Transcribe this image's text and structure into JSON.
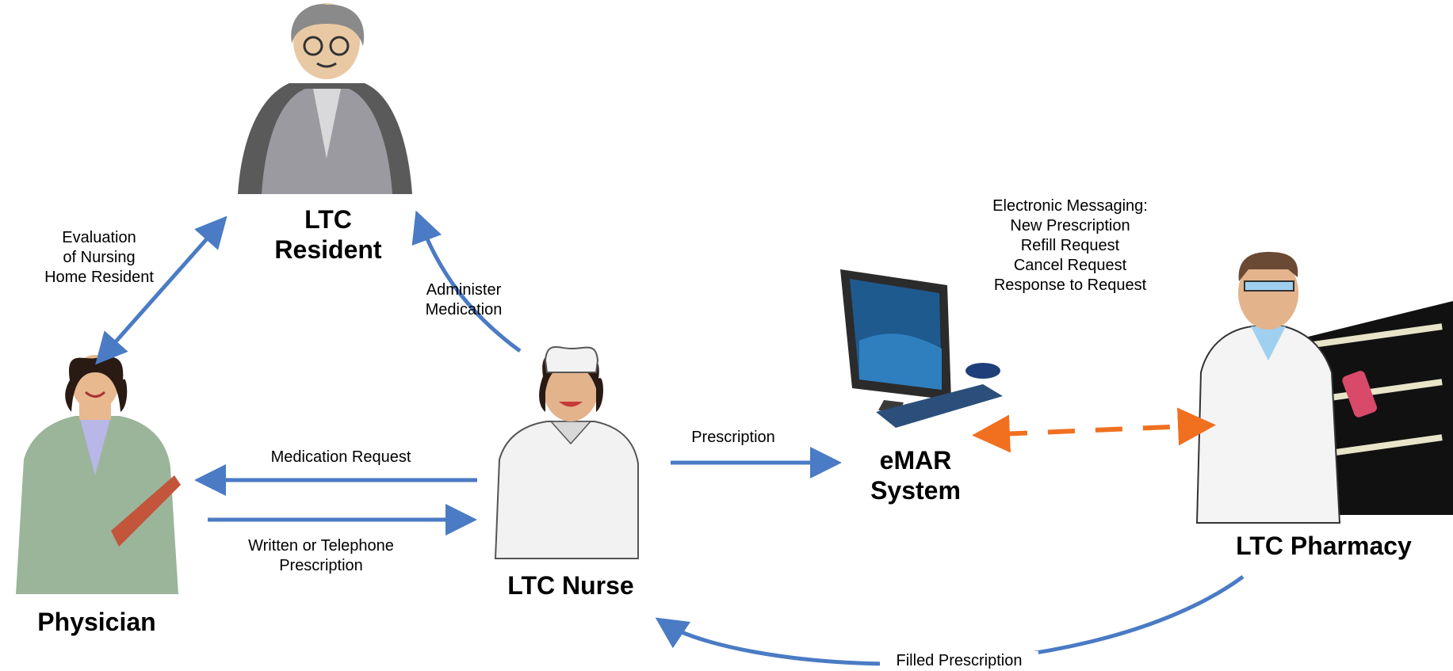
{
  "nodes": {
    "resident": {
      "line1": "LTC",
      "line2": "Resident"
    },
    "physician": {
      "label": "Physician"
    },
    "nurse": {
      "label": "LTC Nurse"
    },
    "emar": {
      "line1": "eMAR",
      "line2": "System"
    },
    "pharmacy": {
      "label": "LTC Pharmacy"
    }
  },
  "edges": {
    "evaluation": {
      "line1": "Evaluation",
      "line2": "of Nursing",
      "line3": "Home Resident"
    },
    "administer": {
      "line1": "Administer",
      "line2": "Medication"
    },
    "medication_request": {
      "label": "Medication Request"
    },
    "written_prescription": {
      "line1": "Written or Telephone",
      "line2": "Prescription"
    },
    "prescription": {
      "label": "Prescription"
    },
    "filled_prescription": {
      "label": "Filled Prescription"
    }
  },
  "messaging": {
    "title": "Electronic Messaging:",
    "items": [
      "New Prescription",
      "Refill Request",
      "Cancel Request",
      "Response to Request"
    ]
  },
  "colors": {
    "arrow_blue": "#4a7bc4",
    "arrow_orange": "#f07020"
  }
}
